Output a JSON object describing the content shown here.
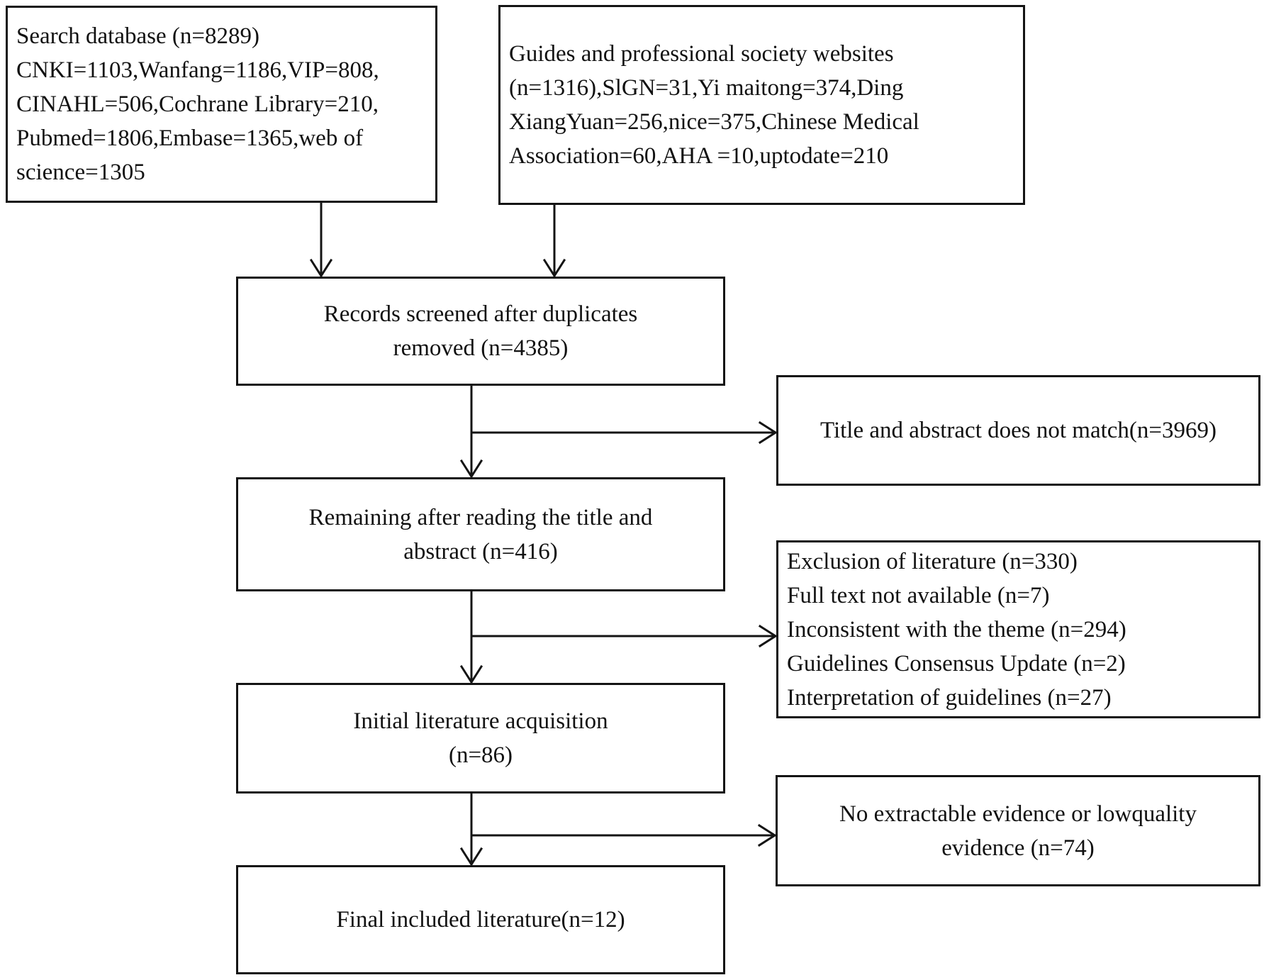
{
  "colors": {
    "background": "#ffffff",
    "border": "#141414",
    "text": "#111111",
    "connector": "#141414"
  },
  "nodes": {
    "search_database": {
      "text": "Search database (n=8289)\nCNKI=1103,Wanfang=1186,VIP=808,\nCINAHL=506,Cochrane Library=210,\nPubmed=1806,Embase=1365,web of\nscience=1305",
      "align": "left"
    },
    "guides_websites": {
      "text": "Guides and professional society websites\n(n=1316),SlGN=31,Yi maitong=374,Ding\nXiangYuan=256,nice=375,Chinese Medical\nAssociation=60,AHA =10,uptodate=210",
      "align": "left"
    },
    "records_screened": {
      "text": "Records screened after duplicates\nremoved (n=4385)",
      "align": "center"
    },
    "title_abstract_no_match": {
      "text": "Title and abstract does not match(n=3969)",
      "align": "center"
    },
    "remaining_title_abstract": {
      "text": "Remaining after reading the title and\nabstract (n=416)",
      "align": "center"
    },
    "exclusion_reasons": {
      "text": "Exclusion of literature (n=330)\nFull text not available (n=7)\nInconsistent with the theme (n=294)\nGuidelines Consensus Update (n=2)\nInterpretation of guidelines (n=27)",
      "align": "left"
    },
    "initial_acquisition": {
      "text": "Initial literature acquisition\n(n=86)",
      "align": "center"
    },
    "no_extractable_evidence": {
      "text": "No extractable evidence or lowquality\nevidence (n=74)",
      "align": "center"
    },
    "final_included": {
      "text": "Final included literature(n=12)",
      "align": "center"
    }
  },
  "edges": [
    {
      "from": "search_database",
      "to": "records_screened"
    },
    {
      "from": "guides_websites",
      "to": "records_screened"
    },
    {
      "from": "records_screened",
      "to": "title_abstract_no_match"
    },
    {
      "from": "records_screened",
      "to": "remaining_title_abstract"
    },
    {
      "from": "remaining_title_abstract",
      "to": "exclusion_reasons"
    },
    {
      "from": "remaining_title_abstract",
      "to": "initial_acquisition"
    },
    {
      "from": "initial_acquisition",
      "to": "no_extractable_evidence"
    },
    {
      "from": "initial_acquisition",
      "to": "final_included"
    }
  ]
}
